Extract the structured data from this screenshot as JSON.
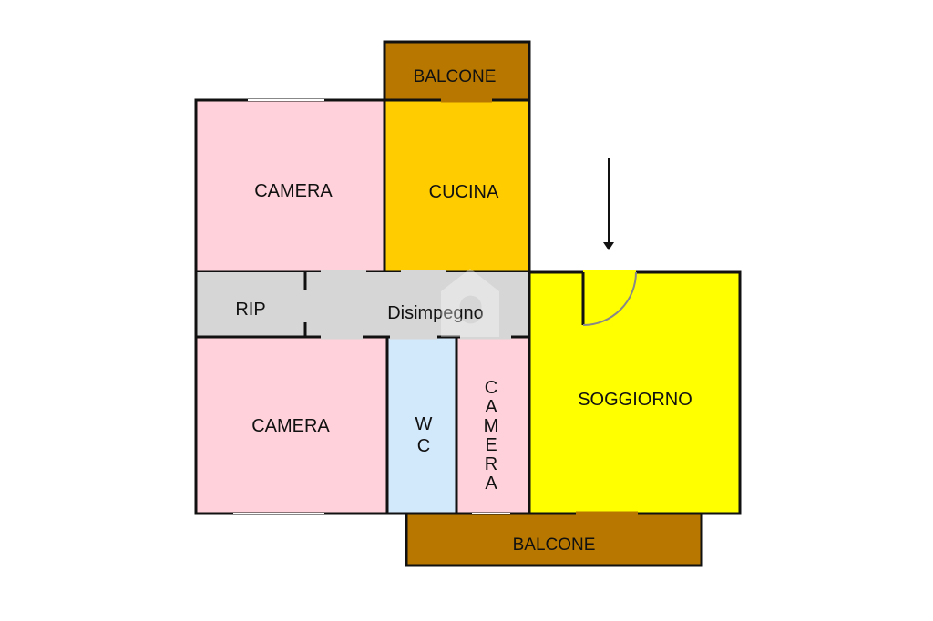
{
  "colors": {
    "camera": "#ffd2db",
    "cucina": "#ffcc00",
    "balcone": "#b87800",
    "disimpegno": "#d6d6d6",
    "wc": "#d2e8fb",
    "soggiorno": "#ffff00",
    "wall": "#111111",
    "window": "#ffffff"
  },
  "rooms": {
    "balcone_top": "BALCONE",
    "camera_top": "CAMERA",
    "cucina": "CUCINA",
    "rip": "RIP",
    "disimpegno": "Disimpegno",
    "camera_bottom": "CAMERA",
    "wc_line1": "W",
    "wc_line2": "C",
    "camera_small_letters": [
      "C",
      "A",
      "M",
      "E",
      "R",
      "A"
    ],
    "soggiorno": "SOGGIORNO",
    "balcone_bottom": "BALCONE"
  },
  "icons": {
    "entrance": "down-arrow-icon",
    "door": "door-swing-icon",
    "watermark": "house-watermark-icon"
  }
}
